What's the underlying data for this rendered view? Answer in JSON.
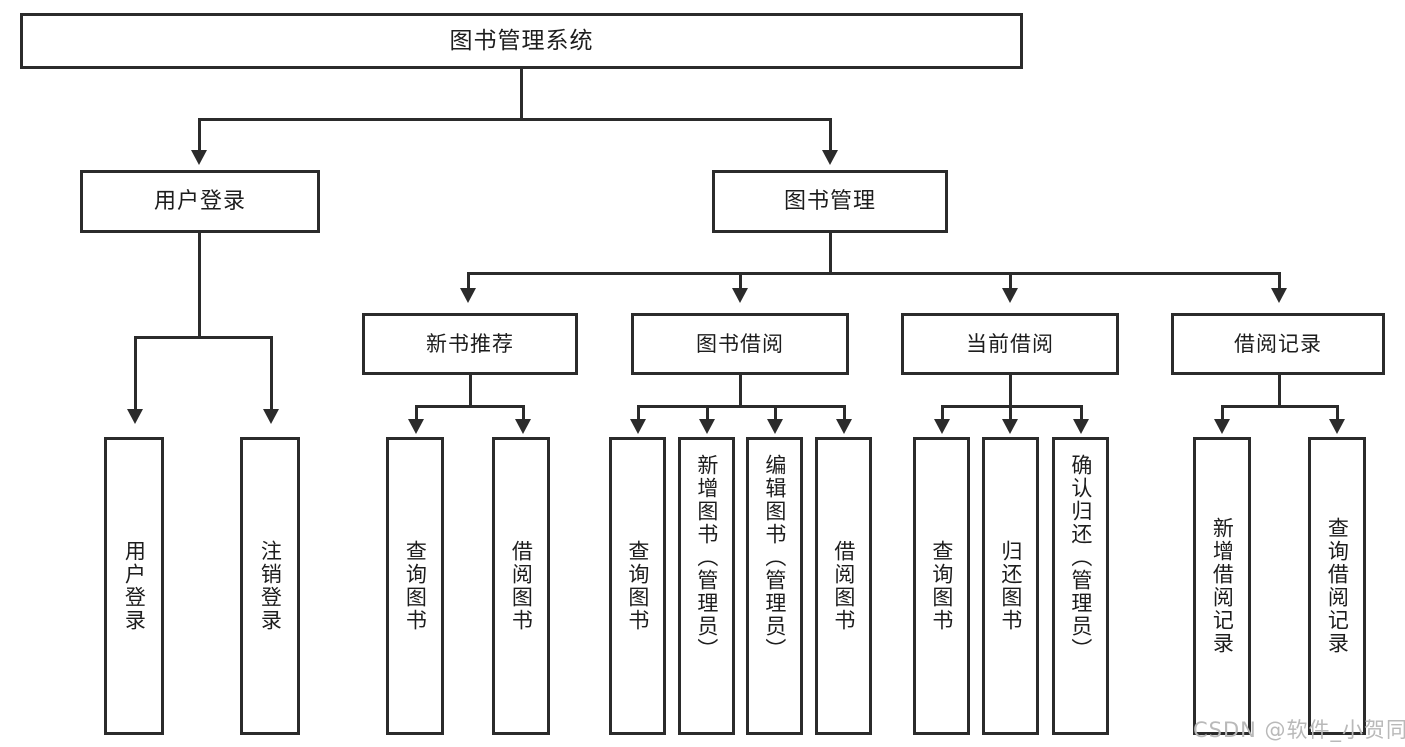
{
  "diagram": {
    "type": "tree",
    "title": "图书管理系统",
    "watermark": "CSDN @软件_小贺同学",
    "colors": {
      "stroke": "#2b2b2b",
      "fill": "#ffffff",
      "text": "#1d1d1d",
      "watermark": "#b9b9b9"
    },
    "root": {
      "label": "图书管理系统"
    },
    "level1": [
      {
        "label": "用户登录"
      },
      {
        "label": "图书管理"
      }
    ],
    "level2": [
      {
        "label": "新书推荐"
      },
      {
        "label": "图书借阅"
      },
      {
        "label": "当前借阅"
      },
      {
        "label": "借阅记录"
      }
    ],
    "leaves": {
      "user_login": [
        {
          "label": "用户登录"
        },
        {
          "label": "注销登录"
        }
      ],
      "new_book_recommend": [
        {
          "label": "查询图书"
        },
        {
          "label": "借阅图书"
        }
      ],
      "book_borrow": [
        {
          "label": "查询图书"
        },
        {
          "label": "新增图书（管理员）"
        },
        {
          "label": "编辑图书（管理员）"
        },
        {
          "label": "借阅图书"
        }
      ],
      "current_borrow": [
        {
          "label": "查询图书"
        },
        {
          "label": "归还图书"
        },
        {
          "label": "确认归还（管理员）"
        }
      ],
      "borrow_record": [
        {
          "label": "新增借阅记录"
        },
        {
          "label": "查询借阅记录"
        }
      ]
    }
  }
}
